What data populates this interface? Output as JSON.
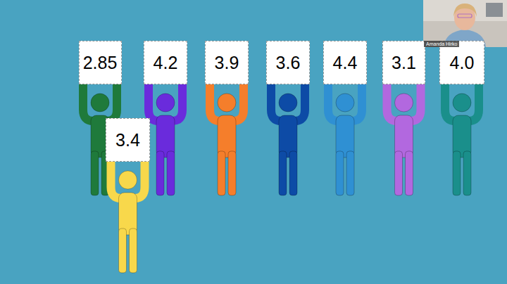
{
  "diagram": {
    "nodes": [
      {
        "text": [
          "2.85"
        ]
      },
      {
        "text": [
          "4.2"
        ]
      },
      {
        "text": [
          "3.9"
        ]
      },
      {
        "text": [
          "3.6"
        ]
      },
      {
        "text": [
          "4.4"
        ]
      },
      {
        "text": [
          "3.1"
        ]
      },
      {
        "text": [
          "4.0"
        ]
      },
      {
        "text": [
          "3.4"
        ]
      }
    ],
    "labels": [
      "Amanda Hirko"
    ]
  }
}
